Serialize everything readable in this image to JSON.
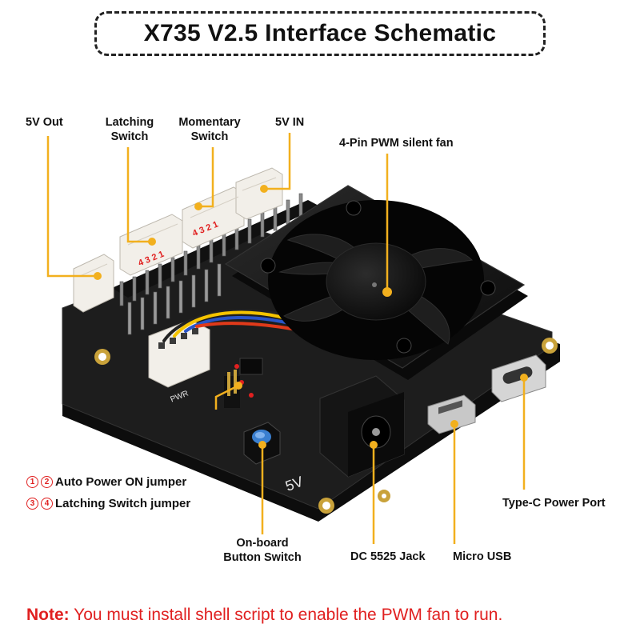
{
  "title": "X735 V2.5 Interface Schematic",
  "labels": {
    "five_v_out": "5V Out",
    "latching_switch": [
      "Latching",
      "Switch"
    ],
    "momentary_switch": [
      "Momentary",
      "Switch"
    ],
    "five_v_in": "5V IN",
    "pwm_fan": "4-Pin PWM silent fan",
    "type_c": "Type-C Power Port",
    "onboard_button": [
      "On-board",
      "Button Switch"
    ],
    "dc_jack": "DC 5525 Jack",
    "micro_usb": "Micro USB"
  },
  "jumpers": [
    {
      "nums": [
        "1",
        "2"
      ],
      "text": "Auto Power ON jumper"
    },
    {
      "nums": [
        "3",
        "4"
      ],
      "text": "Latching Switch jumper"
    }
  ],
  "pin_numbers": {
    "latching": "4 3 2 1",
    "momentary": "4 3 2 1"
  },
  "silkscreen": {
    "five_v": "5V",
    "pwr": "PWR"
  },
  "note": {
    "key": "Note:",
    "text": " You must install shell script to enable the PWM fan to run."
  },
  "colors": {
    "accent_red": "#e02020",
    "board": "#1a1a1a",
    "pcb_gold": "#c9a23a",
    "fan": "#141414",
    "connector": "#f2efe9",
    "button_blue": "#3a7fd0"
  }
}
